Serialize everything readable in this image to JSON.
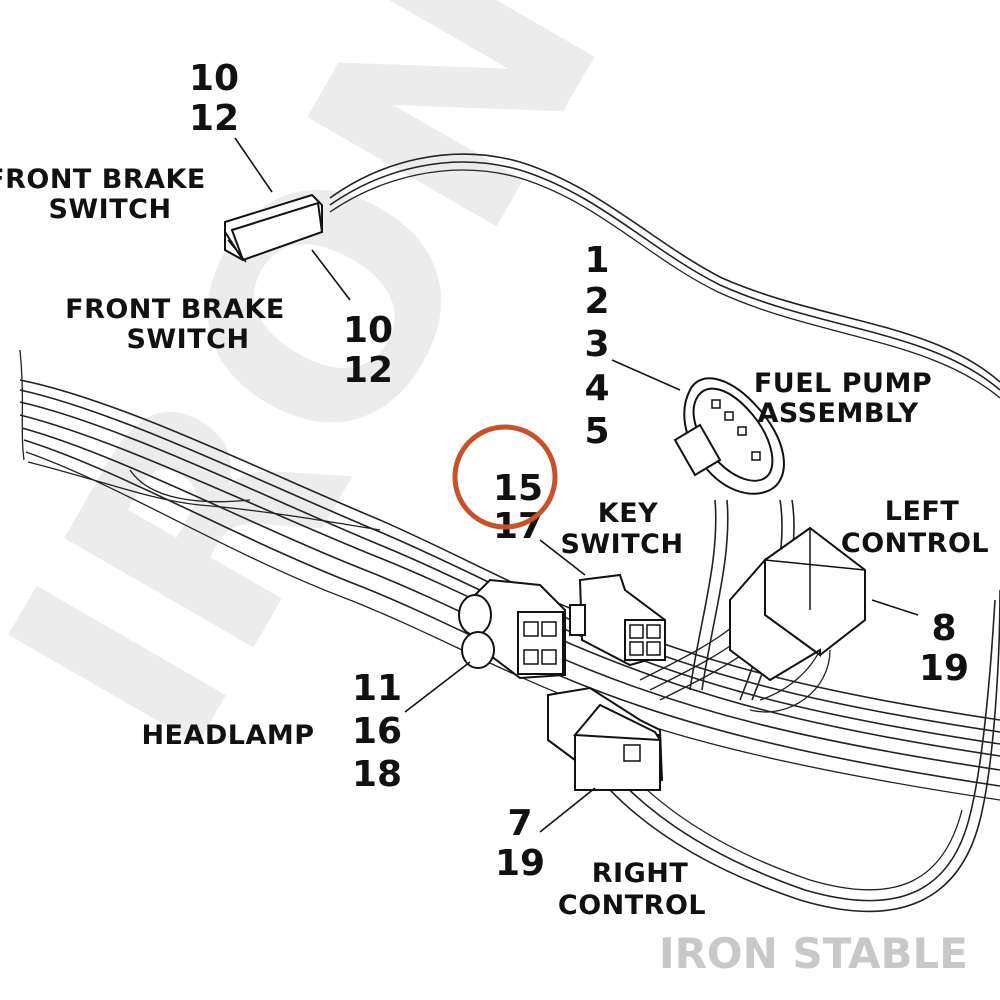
{
  "watermark": "IRON STABLE",
  "brand": "IRON STABLE",
  "highlight_color": "#c8512a",
  "labels": {
    "front_brake_switch_1": [
      "FRONT BRAKE",
      "SWITCH"
    ],
    "front_brake_switch_2": [
      "FRONT BRAKE",
      "SWITCH"
    ],
    "fuel_pump": [
      "FUEL PUMP",
      "ASSEMBLY"
    ],
    "key_switch": [
      "KEY",
      "SWITCH"
    ],
    "left_control": [
      "LEFT",
      "CONTROL"
    ],
    "headlamp": "HEADLAMP",
    "right_control": [
      "RIGHT",
      "CONTROL"
    ]
  },
  "callouts": {
    "brake_top": [
      "10",
      "12"
    ],
    "brake_bottom": [
      "10",
      "12"
    ],
    "fuel_pump": [
      "1",
      "2",
      "3",
      "4",
      "5"
    ],
    "key_switch": [
      "15",
      "17"
    ],
    "left_control": [
      "8",
      "19"
    ],
    "headlamp": [
      "11",
      "16",
      "18"
    ],
    "right_control": [
      "7",
      "19"
    ]
  },
  "highlighted_callout": "15"
}
